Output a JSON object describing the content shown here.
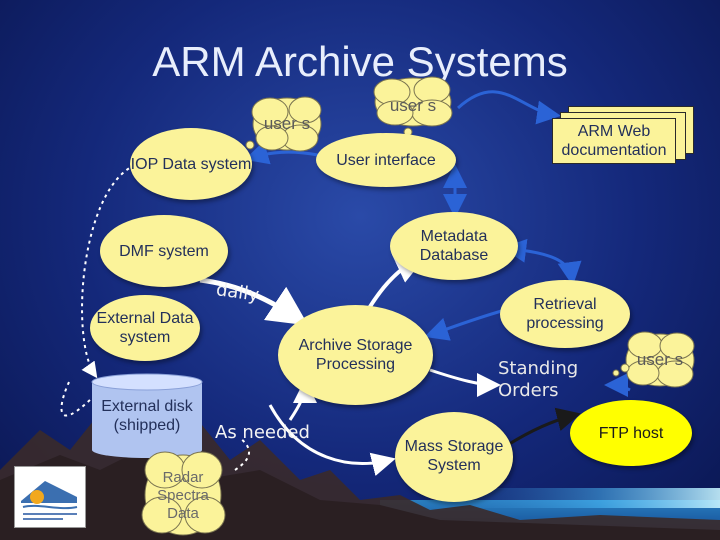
{
  "slide": {
    "title": "ARM Archive Systems",
    "nodes": {
      "user_cloud_left": "user s",
      "user_cloud_center": "user s",
      "user_cloud_right": "user s",
      "iop_data_system": "IOP Data system",
      "user_interface": "User interface",
      "arm_web_documentation": "ARM Web documentation",
      "dmf_system": "DMF system",
      "metadata_database": "Metadata Database",
      "external_data_system": "External Data system",
      "retrieval_processing": "Retrieval processing",
      "archive_storage_processing": "Archive Storage Processing",
      "external_disk": "External disk (shipped)",
      "mass_storage_system": "Mass Storage System",
      "ftp_host": "FTP host",
      "radar_spectra_data": "Radar Spectra Data"
    },
    "labels": {
      "daily": "daily",
      "as_needed": "As needed",
      "standing_orders": "Standing Orders"
    },
    "colors": {
      "background": "#14287a",
      "node_fill": "#fbf39a",
      "node_text": "#23305a",
      "arrow_white": "#ffffff",
      "arrow_blue": "#2b63d6",
      "ftp_fill": "#ffff00"
    },
    "logo": {
      "icon": "arm-climate-research-facility-logo"
    }
  }
}
